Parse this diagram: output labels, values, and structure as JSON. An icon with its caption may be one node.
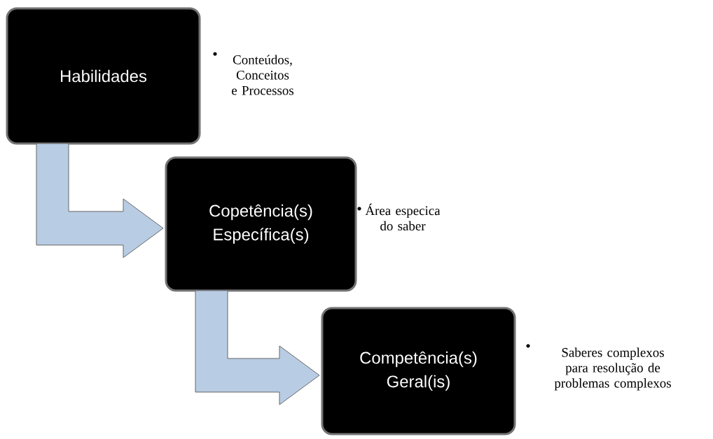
{
  "diagram": {
    "nodes": [
      {
        "text": [
          "Habilidades"
        ],
        "beside": [
          "Conteúdos, Conceitos e Processos"
        ]
      },
      {
        "text": [
          "Copetência(s) Específica(s)"
        ],
        "beside": [
          "Área especica do saber"
        ]
      },
      {
        "text": [
          "Competência(s) Geral(is)"
        ],
        "beside": [
          "Saberes complexos para resolução de problemas complexos"
        ]
      }
    ],
    "edges": [
      {
        "from": 0,
        "to": 1,
        "arrow": "to"
      },
      {
        "from": 1,
        "to": 2,
        "arrow": "to"
      }
    ]
  }
}
